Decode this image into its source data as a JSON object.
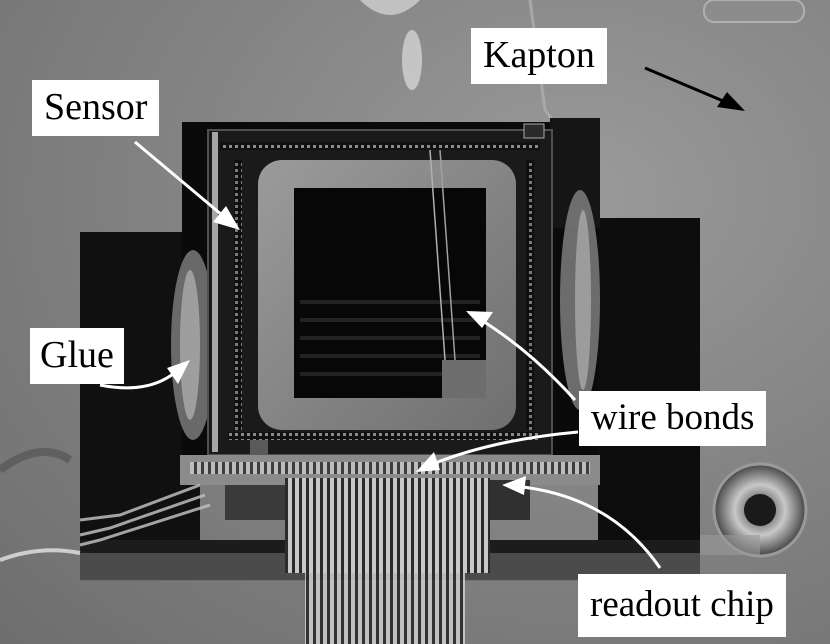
{
  "labels": {
    "kapton": "Kapton",
    "sensor": "Sensor",
    "glue": "Glue",
    "wire_bonds": "wire bonds",
    "readout_chip": "readout chip"
  },
  "colors": {
    "label_background": "#ffffff",
    "arrow": "#ffffff",
    "kapton_arrow": "#000000"
  }
}
